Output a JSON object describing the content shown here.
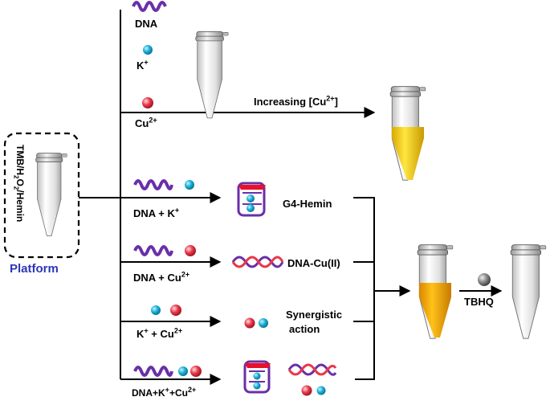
{
  "platform": {
    "label": "Platform",
    "tube_label_parts": [
      "TMB/H",
      "2",
      "O",
      "2",
      "/Hemin"
    ]
  },
  "top_inputs": {
    "dna": "DNA",
    "k": {
      "base": "K",
      "sup": "+"
    },
    "cu": {
      "base": "Cu",
      "sup": "2+"
    }
  },
  "increasing": {
    "text": "Increasing  [Cu",
    "sup": "2+",
    "close": "]"
  },
  "rows": {
    "dna_k": {
      "text": "DNA + K",
      "sup": "+"
    },
    "dna_cu": {
      "text": "DNA + Cu",
      "sup": "2+"
    },
    "k_cu": {
      "a": "K",
      "a_sup": "+",
      "b": " + Cu",
      "b_sup": "2+"
    },
    "dna_k_cu": {
      "a": "DNA+K",
      "a_sup": "+",
      "b": "+Cu",
      "b_sup": "2+"
    }
  },
  "outcomes": {
    "g4_hemin": "G4-Hemin",
    "dna_cu2": "DNA-Cu(II)",
    "synergistic_line1": "Synergistic",
    "synergistic_line2": "action"
  },
  "tbhq": "TBHQ",
  "colors": {
    "dna_strand": "#6a2fa8",
    "k_ion": "#1ab0d8",
    "cu_ion": "#e8384a",
    "platform_text": "#2b36b8",
    "yellow_solution": "#f3c400",
    "orange_solution": "#f0a000",
    "grey_ball": "#7a7a7a"
  }
}
